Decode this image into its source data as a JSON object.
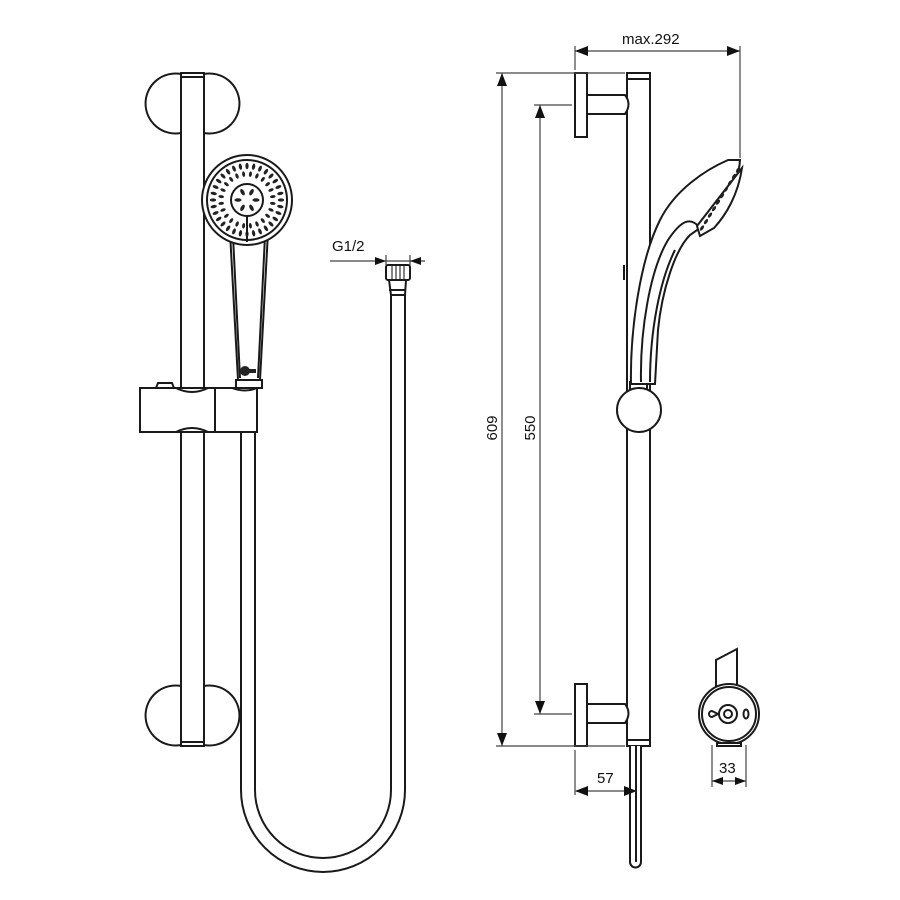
{
  "drawing": {
    "title": "Shower rail kit technical drawing",
    "views": [
      "front-view",
      "side-view",
      "bottom-detail-view"
    ],
    "colors": {
      "line": "#1a1a1a",
      "background": "#ffffff"
    }
  },
  "dimensions": {
    "hose_connection": "G1/2",
    "max_projection": "max.292",
    "total_height": "609",
    "bracket_spacing": "550",
    "wall_to_rail_offset": "57",
    "slider_width": "33"
  }
}
